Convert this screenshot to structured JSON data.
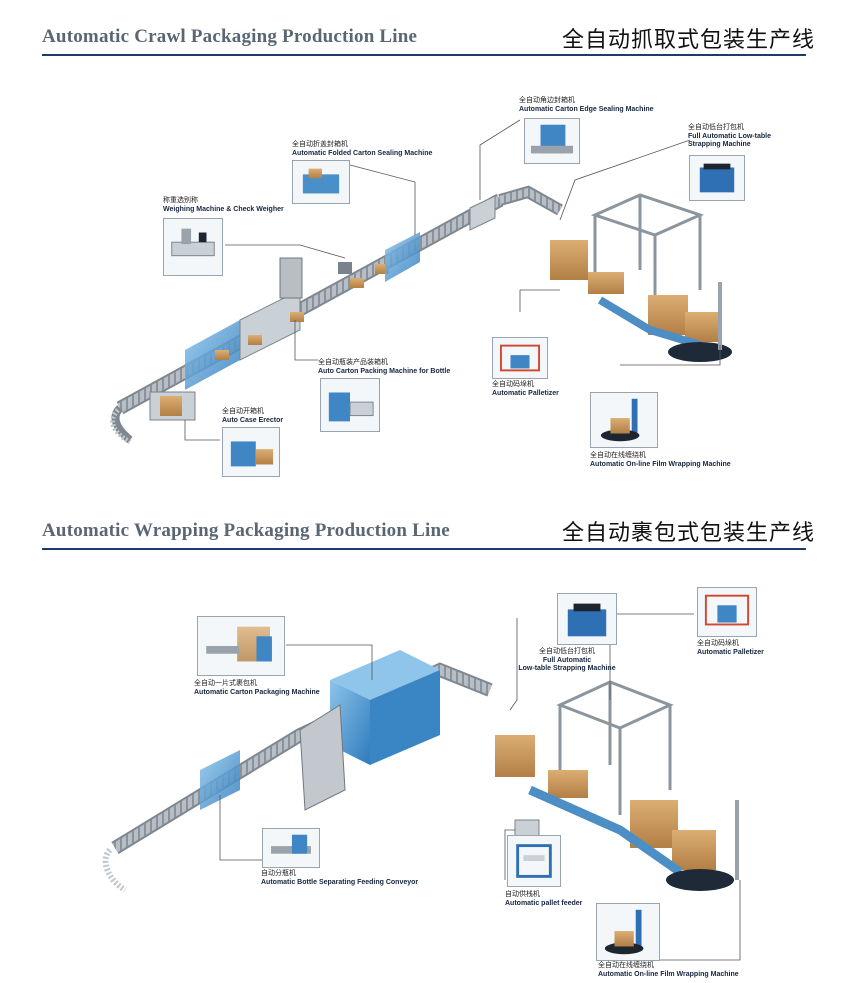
{
  "section1": {
    "title_en": "Automatic Crawl Packaging Production Line",
    "title_cn": "全自动抓取式包装生产线",
    "machines": [
      {
        "id": "edge",
        "cn": "全自动角边封箱机",
        "en": "Automatic Carton Edge Sealing Machine"
      },
      {
        "id": "strap",
        "cn": "全自动低台打包机",
        "en1": "Full Automatic Low-table",
        "en2": "Strapping Machine"
      },
      {
        "id": "folded",
        "cn": "全自动折盖封箱机",
        "en": "Automatic Folded Carton Sealing Machine"
      },
      {
        "id": "weigh",
        "cn": "称重选别称",
        "en": "Weighing Machine & Check Weigher"
      },
      {
        "id": "bottle",
        "cn": "全自动瓶装产品装箱机",
        "en": "Auto Carton Packing Machine for Bottle"
      },
      {
        "id": "pallet",
        "cn": "全自动码垛机",
        "en": "Automatic Palletizer"
      },
      {
        "id": "erector",
        "cn": "全自动开箱机",
        "en": "Auto Case Erector"
      },
      {
        "id": "film",
        "cn": "全自动在线缠绕机",
        "en": "Automatic On-line Film Wrapping Machine"
      }
    ]
  },
  "section2": {
    "title_en": "Automatic Wrapping Packaging Production Line",
    "title_cn": "全自动裹包式包装生产线",
    "machines": [
      {
        "id": "strap",
        "cn": "全自动低台打包机",
        "en1": "Full Automatic",
        "en2": "Low-table Strapping Machine"
      },
      {
        "id": "pallet",
        "cn": "全自动码垛机",
        "en": "Automatic Palletizer"
      },
      {
        "id": "wrap",
        "cn": "全自动一片式裹包机",
        "en": "Automatic Carton Packaging Machine"
      },
      {
        "id": "sep",
        "cn": "自动分瓶机",
        "en": "Automatic Bottle Separating Feeding Conveyor"
      },
      {
        "id": "feeder",
        "cn": "自动供栈机",
        "en": "Automatic pallet feeder"
      },
      {
        "id": "film",
        "cn": "全自动在线缠绕机",
        "en": "Automatic On-line Film Wrapping Machine"
      }
    ]
  },
  "colors": {
    "conveyor": "#9aa3ab",
    "machine_blue": "#4a90c8",
    "carton": "#c8965a",
    "frame": "#c9d0d6",
    "rule": "#1f3a6e"
  }
}
